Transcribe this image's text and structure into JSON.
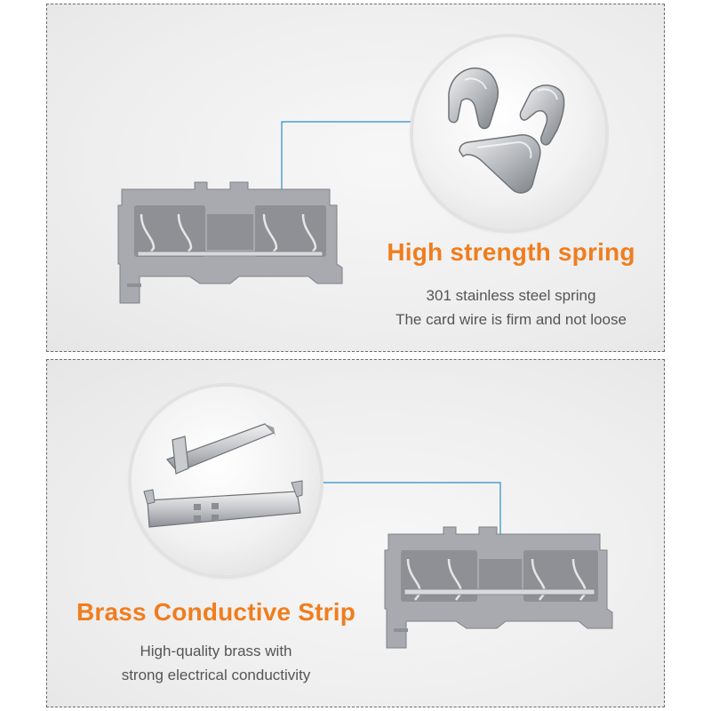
{
  "sections": [
    {
      "title": "High strength spring",
      "description": [
        "301 stainless steel spring",
        "The card wire is firm and not loose"
      ]
    },
    {
      "title": "Brass Conductive Strip",
      "description": [
        "High-quality brass with",
        "strong electrical conductivity"
      ]
    }
  ],
  "colors": {
    "accent": "#f07d1e",
    "callout_line": "#2a8fc7",
    "body_text": "#555555",
    "terminal_gray": "#a8aab0"
  },
  "icons": [
    "spring-clip-icon",
    "conductive-strip-icon",
    "terminal-block-icon"
  ]
}
